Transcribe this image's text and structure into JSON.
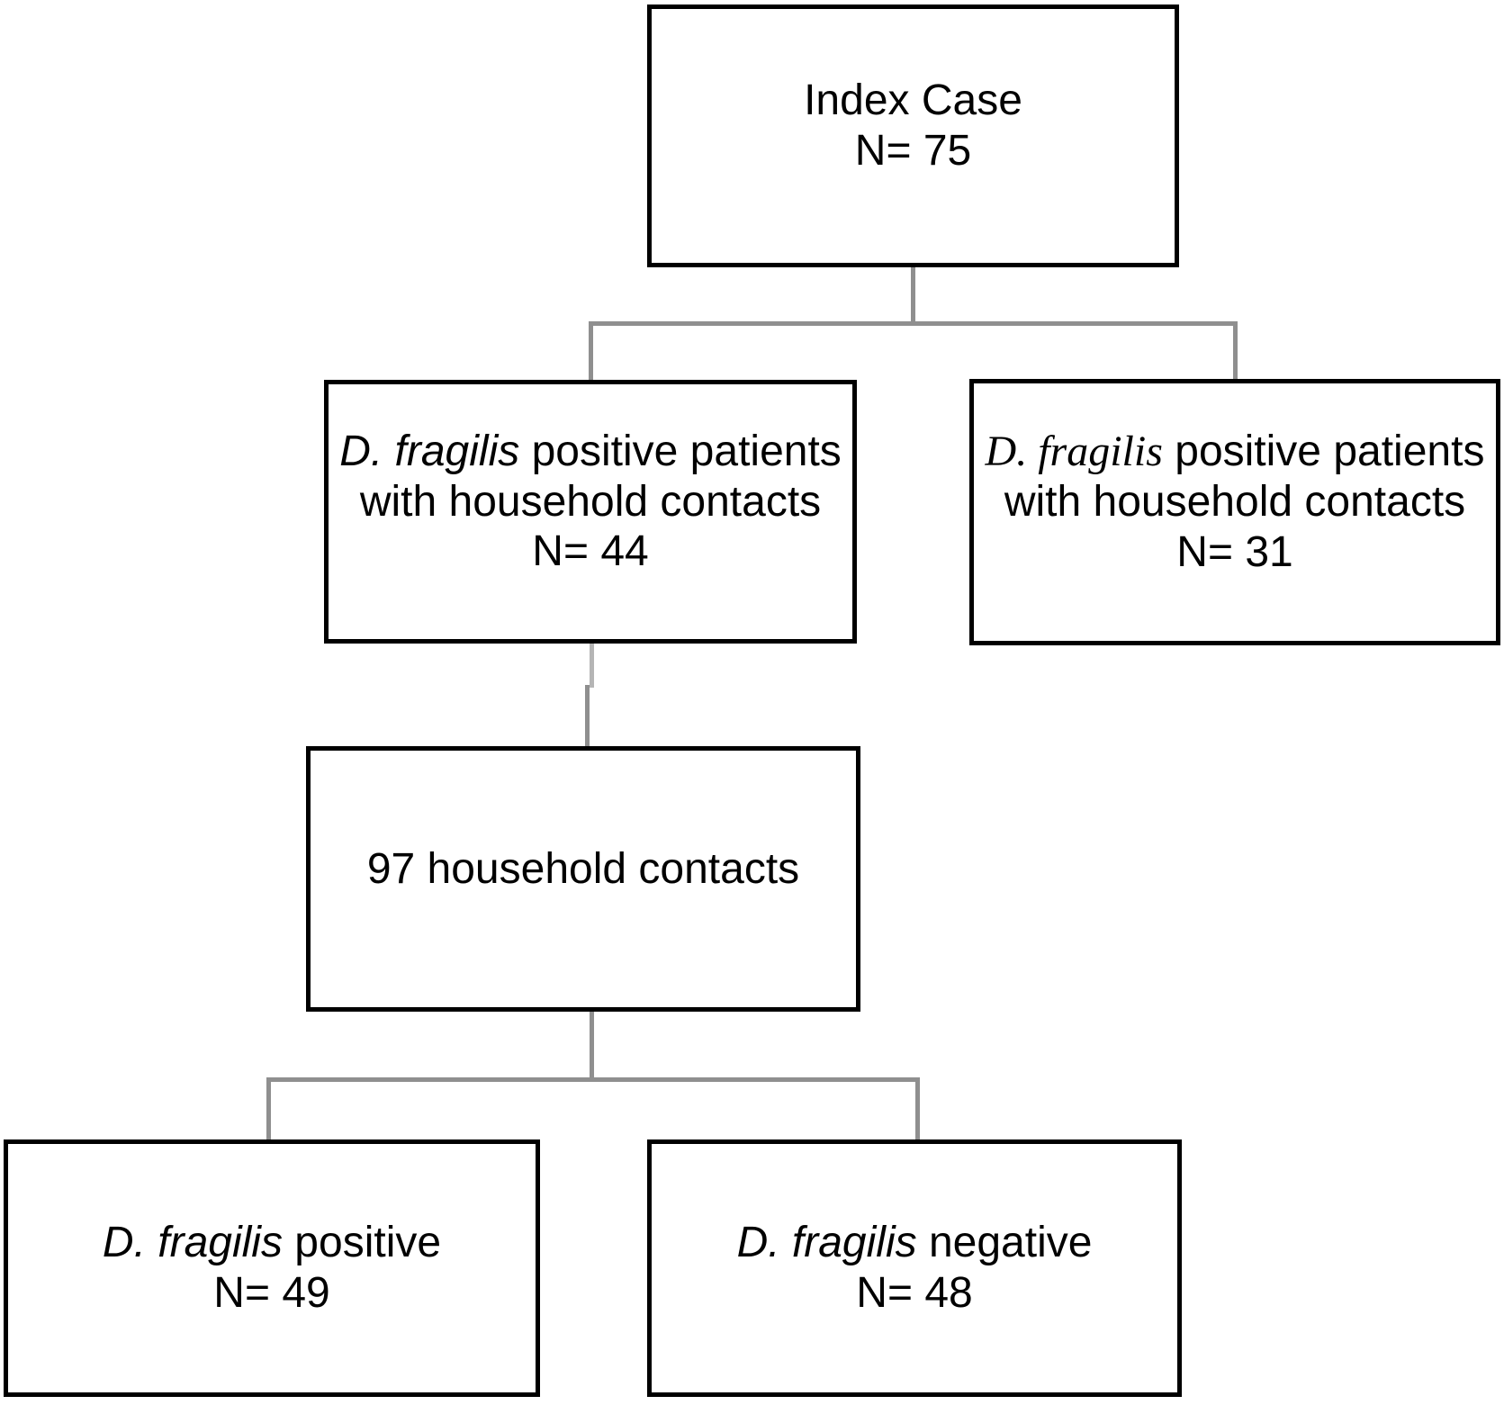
{
  "colors": {
    "background": "#ffffff",
    "box_border": "#000000",
    "text": "#000000",
    "connector": "#8f8f8f",
    "connector_light": "#b5b5b5"
  },
  "boxes": {
    "index": {
      "line1": "Index Case",
      "line2": "N= 75"
    },
    "mid_left": {
      "species": "D. fragilis",
      "line1_rest": " positive patients",
      "line2": "with household contacts",
      "line3": "N= 44"
    },
    "mid_right": {
      "species": "D. fragilis",
      "line1_rest": " positive patients",
      "line2": "with household contacts",
      "line3": "N= 31"
    },
    "contacts": {
      "line1": "97 household contacts"
    },
    "bottom_left": {
      "species": "D. fragilis",
      "line1_rest": " positive",
      "line2": "N= 49"
    },
    "bottom_right": {
      "species": "D. fragilis",
      "line1_rest": " negative",
      "line2": "N= 48"
    }
  }
}
